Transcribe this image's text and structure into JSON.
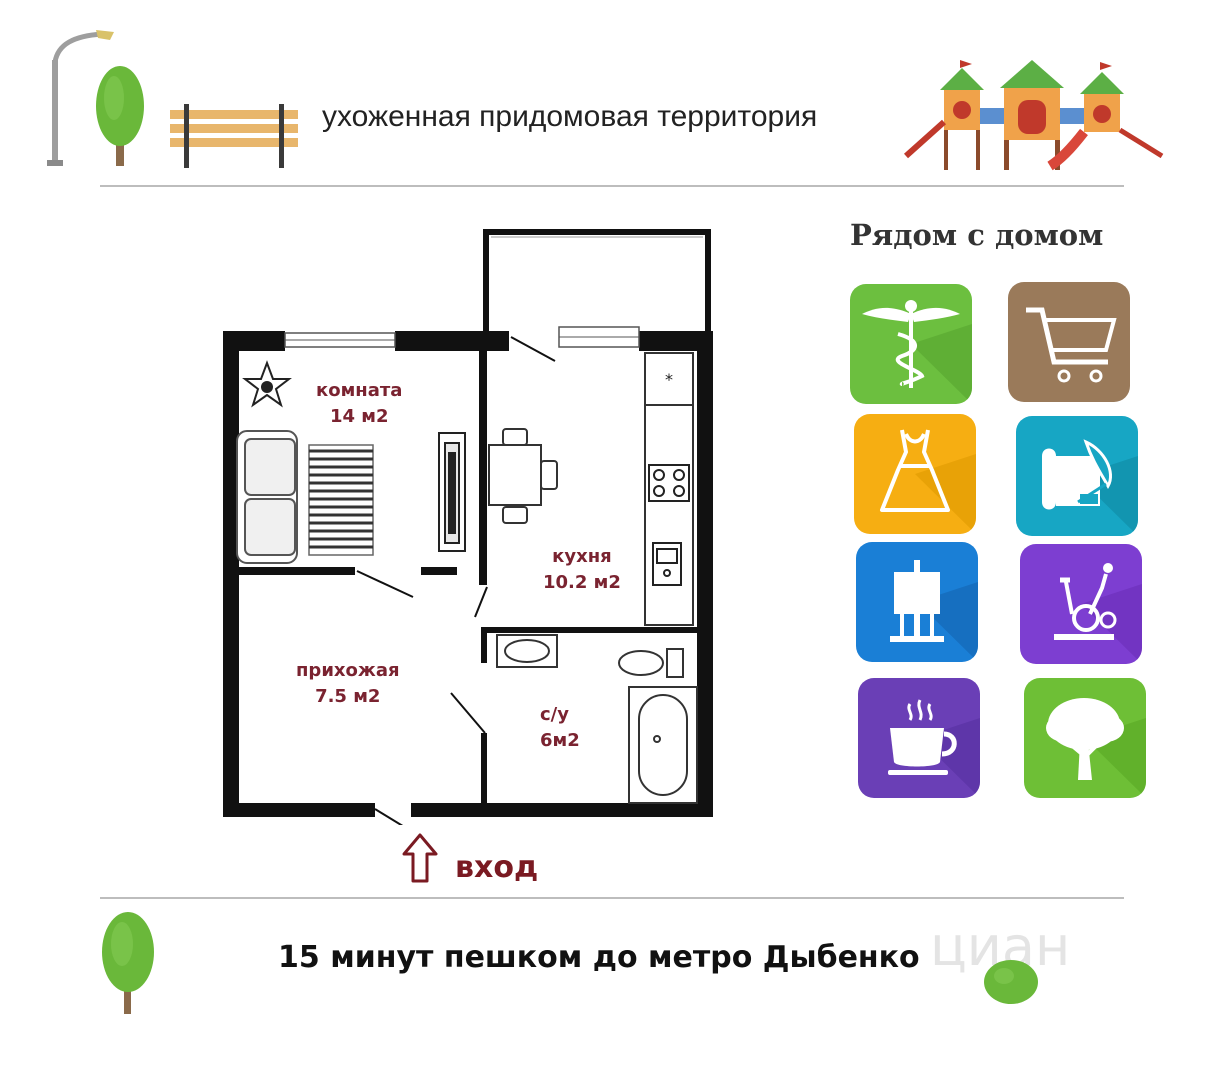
{
  "header": {
    "territory_text": "ухоженная придомовая территория"
  },
  "nearby": {
    "title": "Рядом с домом",
    "tiles": [
      {
        "name": "medical",
        "icon": "caduceus-icon",
        "color": "#6cbf3f"
      },
      {
        "name": "shopping",
        "icon": "shopping-cart-icon",
        "color": "#9a7a5a"
      },
      {
        "name": "clothing",
        "icon": "dress-icon",
        "color": "#f6ae12"
      },
      {
        "name": "culture",
        "icon": "scroll-quill-icon",
        "color": "#17a6c4"
      },
      {
        "name": "art",
        "icon": "easel-icon",
        "color": "#1a7fd6"
      },
      {
        "name": "fitness",
        "icon": "exercise-bike-icon",
        "color": "#7d3ed1"
      },
      {
        "name": "cafe",
        "icon": "coffee-cup-icon",
        "color": "#6a3fb6"
      },
      {
        "name": "park",
        "icon": "tree-icon",
        "color": "#6ebf36"
      }
    ]
  },
  "floorplan": {
    "rooms": [
      {
        "name": "комната",
        "area": "14 м2"
      },
      {
        "name": "кухня",
        "area": "10.2 м2"
      },
      {
        "name": "прихожая",
        "area": "7.5 м2"
      },
      {
        "name": "с/у",
        "area": "6м2"
      }
    ],
    "entry_label": "вход",
    "stove_mark": "*"
  },
  "footer": {
    "metro_text": "15 минут пешком до метро Дыбенко"
  },
  "watermark": {
    "text": "циан"
  }
}
